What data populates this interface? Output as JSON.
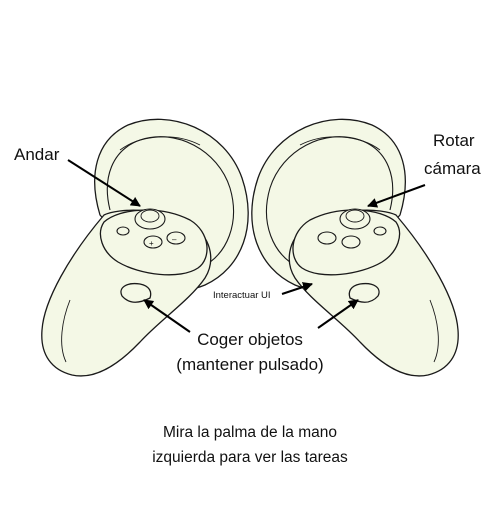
{
  "labels": {
    "walk": "Andar",
    "rotate_line1": "Rotar",
    "rotate_line2": "cámara",
    "interact_ui": "Interactuar UI",
    "grab_line1": "Coger objetos",
    "grab_line2": "(mantener pulsado)"
  },
  "caption": {
    "line1": "Mira la palma de la mano",
    "line2": "izquierda para ver las tareas"
  },
  "colors": {
    "controller_fill": "#f4f8e6",
    "outline": "#1a1a1a",
    "arrow": "#000000",
    "background": "#ffffff"
  }
}
